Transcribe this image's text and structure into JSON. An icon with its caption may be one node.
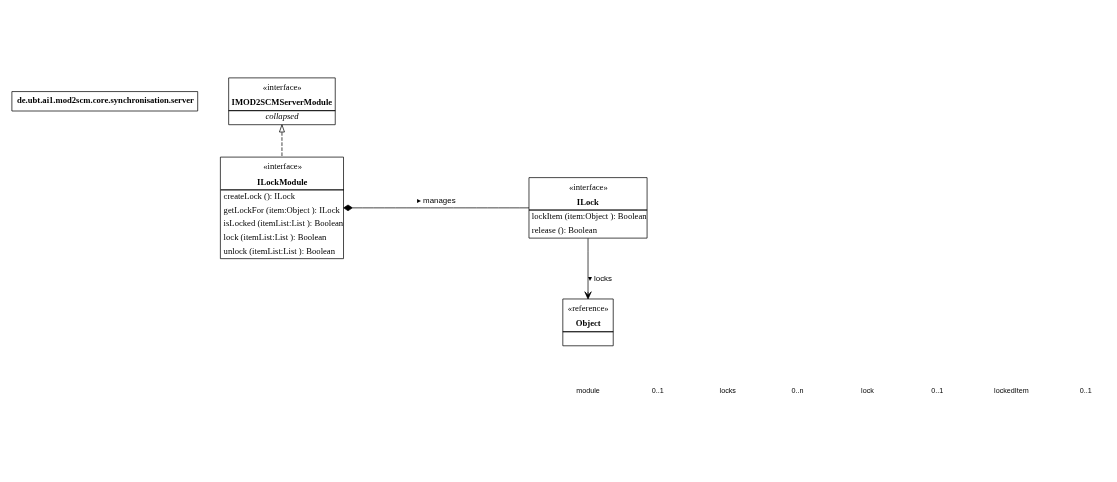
{
  "diagram": {
    "nodes": [
      {
        "text": [
          "de.ubt.ai1.mod2scm.core.synchronisation.server"
        ]
      },
      {
        "text": [
          "«interface»",
          "IMOD2SCMServerModule",
          "collapsed"
        ]
      },
      {
        "text": [
          "«interface»",
          "ILockModule",
          "createLock (): ILock",
          "getLockFor (item:Object ): ILock",
          "isLocked (itemList:List ): Boolean",
          "lock (itemList:List ): Boolean",
          "unlock (itemList:List ): Boolean"
        ]
      },
      {
        "text": [
          "«interface»",
          "ILock",
          "lockItem (item:Object ): Boolean",
          "release (): Boolean"
        ]
      },
      {
        "text": [
          "«reference»",
          "Object"
        ]
      }
    ],
    "edges": [
      {
        "from": 2,
        "to": 1,
        "arrow": "to",
        "style": "dashed"
      },
      {
        "from": 2,
        "to": 3,
        "arrow": "other",
        "label": "▸ manages"
      },
      {
        "from": 3,
        "to": 4,
        "arrow": "to",
        "label": "▾ locks"
      }
    ],
    "labels": [
      "module",
      "0..1",
      "locks",
      "0..n",
      "lock",
      "0..1",
      "lockedItem",
      "0..1"
    ]
  }
}
